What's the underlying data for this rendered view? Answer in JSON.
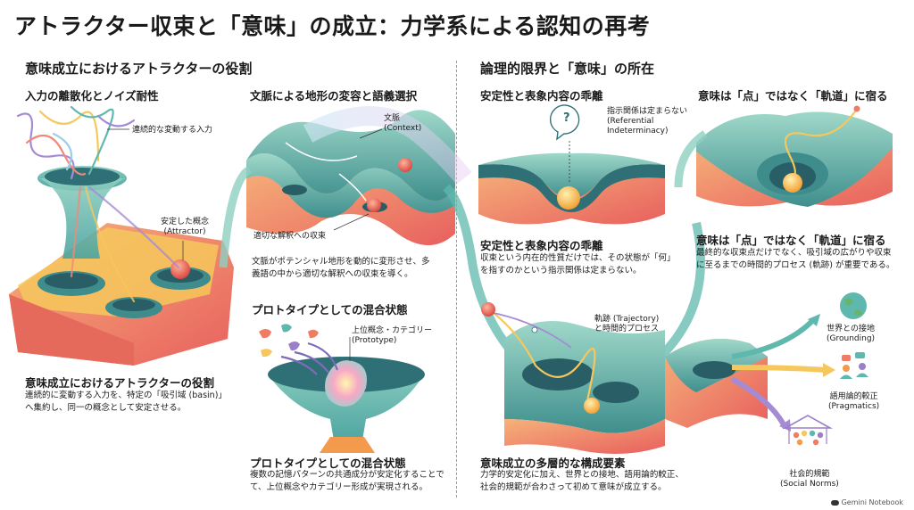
{
  "title": "アトラクター収束と「意味」の成立：力学系による認知の再考",
  "left": {
    "heading": "意味成立におけるアトラクターの役割",
    "p1": {
      "subtitle": "入力の離散化とノイズ耐性",
      "label_input": "連続的な変動する入力",
      "label_attractor": [
        "安定した概念",
        "(Attractor)"
      ],
      "caption": "意味成立におけるアトラクターの役割",
      "body": [
        "連続的に変動する入力を、特定の「吸引域 (basin)」",
        "へ集約し、同一の概念として安定させる。"
      ]
    },
    "p2": {
      "subtitle": "文脈による地形の変容と語義選択",
      "label_context": [
        "文脈",
        "(Context)"
      ],
      "label_converge": "適切な解釈への収束",
      "body": [
        "文脈がポテンシャル地形を動的に変形させ、多",
        "義語の中から適切な解釈への収束を導く。"
      ]
    },
    "p3": {
      "subtitle": "プロトタイプとしての混合状態",
      "label_proto": [
        "上位概念・カテゴリー",
        "(Prototype)"
      ],
      "caption": "プロトタイプとしての混合状態",
      "body": [
        "複数の記憶パターンの共通成分が安定化することで",
        "て、上位概念やカテゴリー形成が実現される。"
      ]
    }
  },
  "right": {
    "heading": "論理的限界と「意味」の所在",
    "p4": {
      "subtitle": "安定性と表象内容の乖離",
      "label_ref": [
        "指示関係は定まらない",
        "(Referential",
        "Indeterminacy)"
      ],
      "caption": "安定性と表象内容の乖離",
      "body": [
        "収束という内在的性質だけでは、その状態が「何」",
        "を指すのかという指示関係は定まらない。"
      ]
    },
    "p5": {
      "subtitle": "意味は「点」ではなく「軌道」に宿る",
      "caption": "意味は「点」ではなく「軌道」に宿る",
      "body": [
        "最終的な収束点だけでなく、吸引域の広がりや収束",
        "に至るまでの時間的プロセス (軌跡) が重要である。"
      ]
    },
    "p6": {
      "label_traj": [
        "軌跡 (Trajectory)",
        "と時間的プロセス"
      ],
      "caption": "意味成立の多層的な構成要素",
      "body": [
        "力学的安定化に加え、世界との接地、語用論的較正、",
        "社会的規範が合わさって初めて意味が成立する。"
      ],
      "grounding": [
        "世界との接地",
        "(Grounding)"
      ],
      "pragmatics": [
        "語用論的較正",
        "(Pragmatics)"
      ],
      "social": [
        "社会的規範",
        "(Social Norms)"
      ]
    }
  },
  "footer": "Gemini Notebook",
  "colors": {
    "teal": "#5fb8ae",
    "coral": "#ef7c64",
    "yellow": "#f6c75c",
    "purple": "#9b7fc9",
    "orange": "#f39a4c",
    "dark_teal": "#2f6f76"
  }
}
